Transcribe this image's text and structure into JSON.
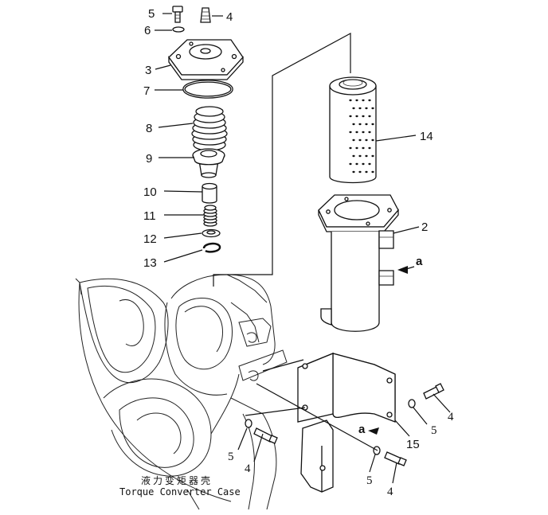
{
  "callouts": {
    "p5_top": "5",
    "p4_top": "4",
    "p6": "6",
    "p3": "3",
    "p7": "7",
    "p8": "8",
    "p9": "9",
    "p10": "10",
    "p11": "11",
    "p12": "12",
    "p13": "13",
    "p14": "14",
    "p2": "2",
    "p4_right": "4",
    "p5_right": "5",
    "p15": "15",
    "p5_left": "5",
    "p4_left": "4",
    "p5_bottom": "5",
    "p4_bottom": "4",
    "a_upper": "a",
    "a_lower": "a"
  },
  "caption": {
    "chinese": "液力变矩器壳",
    "english": "Torque Converter Case"
  }
}
